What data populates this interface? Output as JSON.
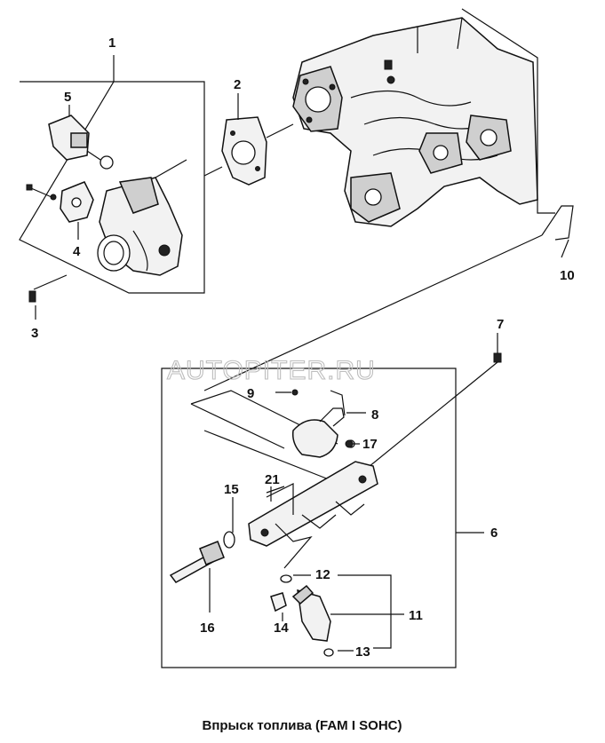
{
  "watermark": "AUTOPITER.RU",
  "caption": "Впрыск топлива (FAM I SOHC)",
  "callouts": {
    "c1": "1",
    "c2": "2",
    "c3": "3",
    "c4": "4",
    "c5": "5",
    "c6": "6",
    "c7": "7",
    "c8": "8",
    "c9": "9",
    "c10": "10",
    "c11": "11",
    "c12": "12",
    "c13": "13",
    "c14": "14",
    "c15": "15",
    "c16": "16",
    "c17": "17",
    "c21": "21"
  }
}
